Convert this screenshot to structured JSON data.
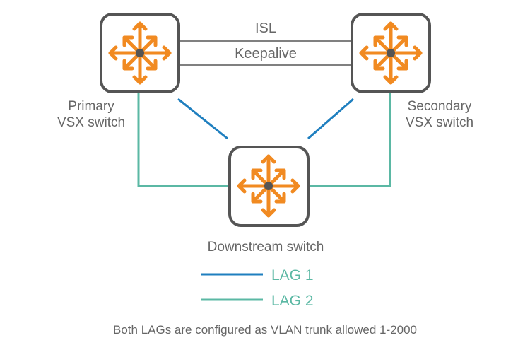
{
  "links": {
    "isl_label": "ISL",
    "keepalive_label": "Keepalive"
  },
  "switches": {
    "primary": {
      "line1": "Primary",
      "line2": "VSX switch"
    },
    "secondary": {
      "line1": "Secondary",
      "line2": "VSX switch"
    },
    "downstream": {
      "label": "Downstream switch"
    }
  },
  "legend": {
    "lag1": {
      "label": "LAG 1",
      "color": "#1f7fbf"
    },
    "lag2": {
      "label": "LAG 2",
      "color": "#5bb8a4"
    }
  },
  "note": "Both LAGs are configured as VLAN trunk allowed 1-2000",
  "colors": {
    "switch_border": "#555555",
    "switch_fill": "#ffffff",
    "arrow": "#f18a21",
    "hub": "#555555",
    "link_gray": "#808080",
    "text_gray": "#666666"
  },
  "icons": {
    "switch": "switch-arrows-icon"
  }
}
